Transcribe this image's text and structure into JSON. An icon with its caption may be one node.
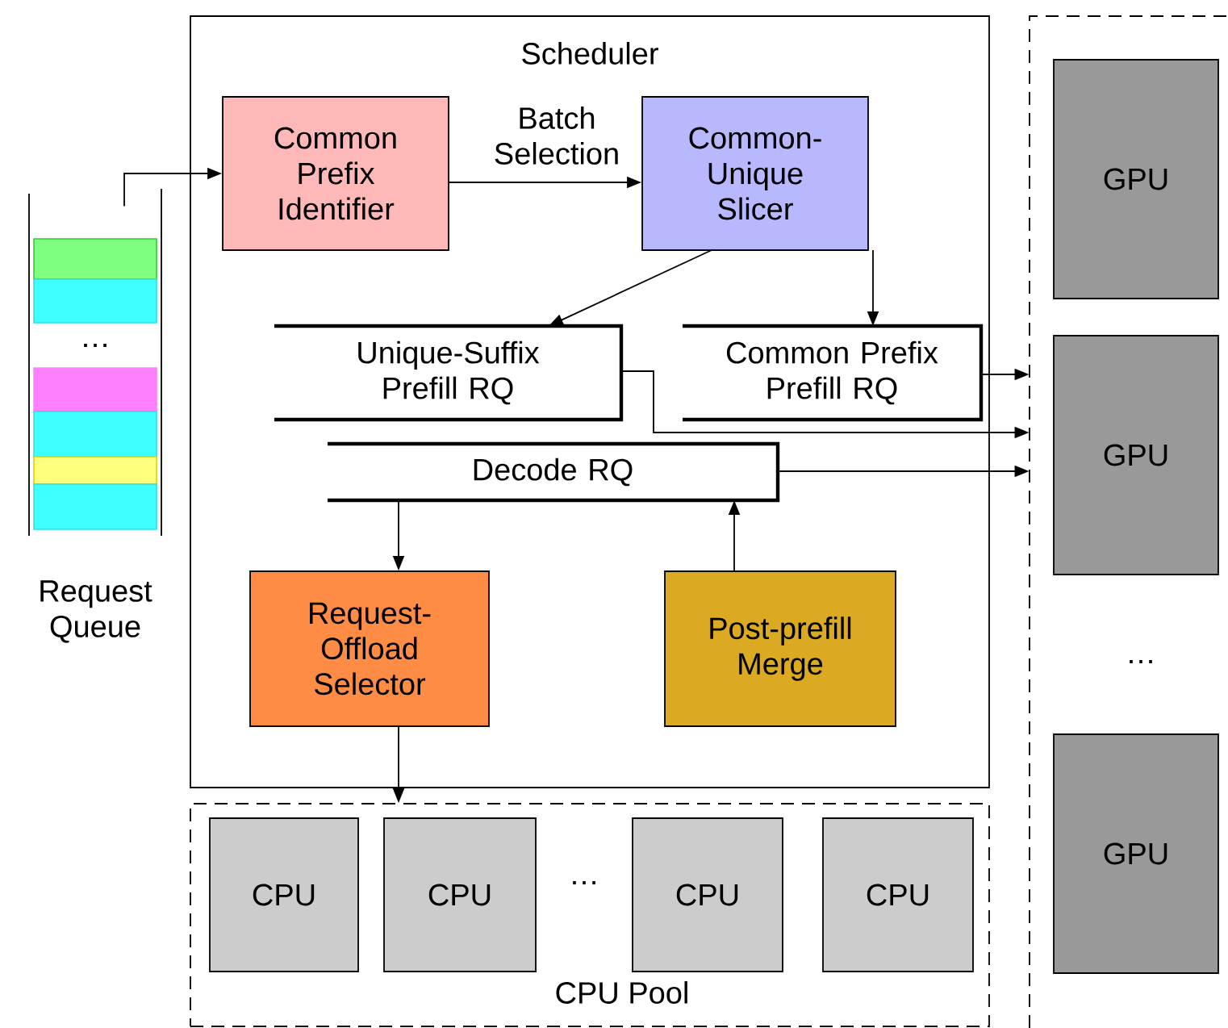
{
  "diagram": {
    "nodes": [
      {
        "text": [
          "Scheduler"
        ]
      },
      {
        "text": [
          "Common Prefix Identifier"
        ],
        "in": 0
      },
      {
        "text": [
          "Common-Unique Slicer"
        ],
        "in": 0
      },
      {
        "text": [
          "Unique-Suffix Prefill RQ"
        ],
        "in": 0
      },
      {
        "text": [
          "Common Prefix Prefill RQ"
        ],
        "in": 0
      },
      {
        "text": [
          "Decode RQ"
        ],
        "in": 0
      },
      {
        "text": [
          "Request-Offload Selector"
        ],
        "in": 0
      },
      {
        "text": [
          "Post-prefill Merge"
        ],
        "in": 0
      },
      {
        "text": [
          "Request Queue"
        ]
      },
      {
        "text": [],
        "shape": "box"
      },
      {
        "text": [
          "GPU"
        ],
        "in": 9
      },
      {
        "text": [
          "GPU"
        ],
        "in": 9
      },
      {
        "text": [
          "GPU"
        ],
        "in": 9
      },
      {
        "text": [
          "CPU Pool"
        ]
      },
      {
        "text": [
          "CPU"
        ],
        "in": 13
      },
      {
        "text": [
          "CPU"
        ],
        "in": 13
      },
      {
        "text": [
          "CPU"
        ],
        "in": 13
      },
      {
        "text": [
          "CPU"
        ],
        "in": 13
      }
    ],
    "edges": [
      {
        "from": 8,
        "to": 1,
        "arrow": "to"
      },
      {
        "from": 1,
        "to": 2,
        "arrow": "to",
        "label": "Batch Selection"
      },
      {
        "from": 2,
        "to": 3,
        "arrow": "to"
      },
      {
        "from": 2,
        "to": 4,
        "arrow": "to"
      },
      {
        "from": 4,
        "to": 9,
        "arrow": "to"
      },
      {
        "from": 3,
        "to": 9,
        "arrow": "to"
      },
      {
        "from": 5,
        "to": 9,
        "arrow": "to"
      },
      {
        "from": 5,
        "to": 6,
        "arrow": "to"
      },
      {
        "from": 7,
        "to": 5,
        "arrow": "to"
      },
      {
        "from": 6,
        "to": 13,
        "arrow": "to"
      }
    ],
    "labels": [
      "…",
      "…",
      "…"
    ]
  }
}
